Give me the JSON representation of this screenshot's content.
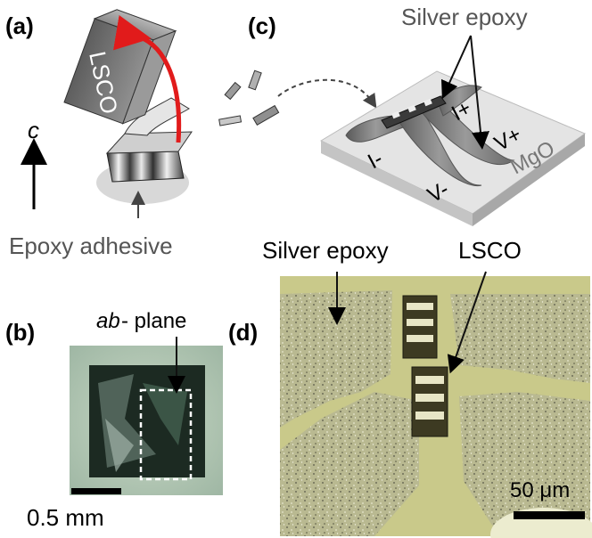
{
  "panels": {
    "a": {
      "label": "(a)",
      "crystal_text": "LSCO",
      "axis_letter": "c",
      "adhesive_label": "Epoxy adhesive"
    },
    "b": {
      "label": "(b)",
      "plane_italic": "ab",
      "plane_rest": " - plane",
      "scale_label": "0.5 mm"
    },
    "c": {
      "label": "(c)",
      "silver_epoxy": "Silver epoxy",
      "contacts": [
        "I+",
        "I-",
        "V+",
        "V-"
      ],
      "substrate": "MgO"
    },
    "d": {
      "label": "(d)",
      "silver_epoxy": "Silver epoxy",
      "sample": "LSCO",
      "scale_value": "50 ",
      "scale_unit": "μm"
    }
  },
  "colors": {
    "photo_yellow": "#c9c98a",
    "epoxy_grey": "#d8d8d8",
    "arrow_red": "#e11b1b",
    "crystal_grey": "#7a7a7a"
  }
}
